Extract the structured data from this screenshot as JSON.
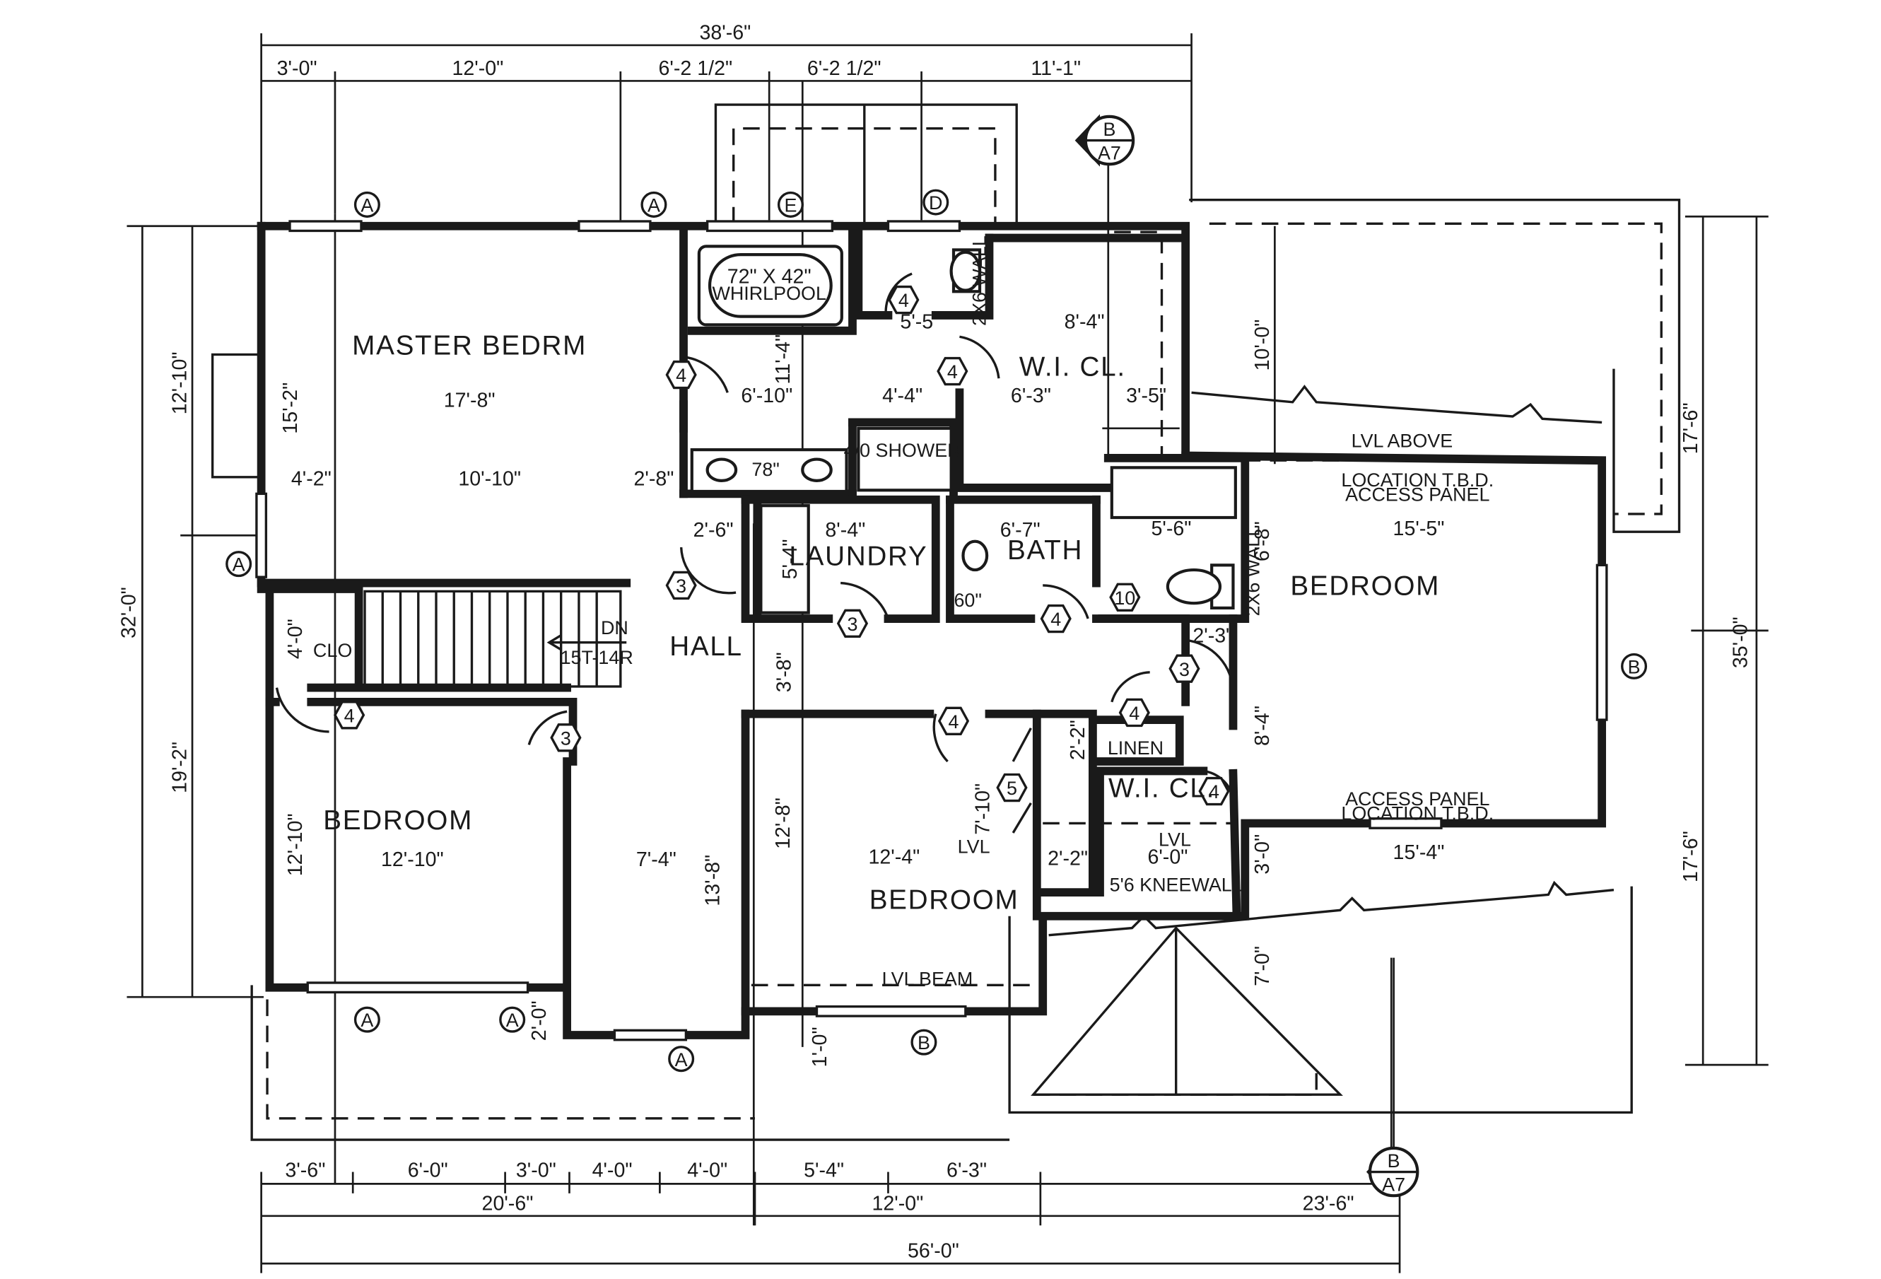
{
  "rooms": {
    "master": "MASTER BEDRM",
    "whirlpool_size": "72\" X 42\"",
    "whirlpool": "WHIRLPOOL",
    "shower": "4/0 SHOWER",
    "wic_top": "W.I. CL.",
    "laundry": "LAUNDRY",
    "bath": "BATH",
    "hall": "HALL",
    "clo": "CLO",
    "bedroom_left": "BEDROOM",
    "bedroom_center": "BEDROOM",
    "bedroom_right": "BEDROOM",
    "linen": "LINEN",
    "wic_small": "W.I. CL."
  },
  "notes": {
    "lvl_above": "LVL ABOVE",
    "access_top_1": "LOCATION T.B.D.",
    "access_top_2": "ACCESS PANEL",
    "access_bot_1": "ACCESS PANEL",
    "access_bot_2": "LOCATION T.B.D.",
    "lvl_beam": "LVL BEAM",
    "kneewall": "5'6 KNEEWALL",
    "lvl_left": "LVL",
    "lvl_right": "LVL",
    "dn": "DN",
    "stairs": "15T-14R",
    "wall_2x6_a": "2X6 WALL",
    "wall_2x6_b": "2X6 WALL",
    "vanity_78": "78\"",
    "vanity_60": "60\""
  },
  "section_markers": [
    {
      "top": "B",
      "bottom": "A7"
    },
    {
      "top": "B",
      "bottom": "A7"
    }
  ],
  "window_tags": [
    "A",
    "A",
    "E",
    "D",
    "A",
    "A",
    "A",
    "A",
    "B",
    "B"
  ],
  "door_tags": [
    "4",
    "4",
    "4",
    "4",
    "3",
    "3",
    "3",
    "4",
    "10",
    "3",
    "4",
    "4",
    "4",
    "5",
    "4"
  ],
  "dimensions": {
    "top_overall": "38'-6\"",
    "top_3_0": "3'-0\"",
    "top_12_0": "12'-0\"",
    "top_6_2a": "6'-2 1/2\"",
    "top_6_2b": "6'-2 1/2\"",
    "top_11_1": "11'-1\"",
    "left_32_0": "32'-0\"",
    "left_12_10": "12'-10\"",
    "left_19_2": "19'-2\"",
    "right_35_0": "35'-0\"",
    "right_17_6a": "17'-6\"",
    "right_17_6b": "17'-6\"",
    "right_10_0": "10'-0\"",
    "master_w": "17'-8\"",
    "master_h": "15'-2\"",
    "m_4_2": "4'-2\"",
    "m_10_10": "10'-10\"",
    "m_2_8": "2'-8\"",
    "bath_6_10": "6'-10\"",
    "bath_11_4": "11'-4\"",
    "bath_4_4": "4'-4\"",
    "wc_5_5": "5'-5\"",
    "wic_8_4": "8'-4\"",
    "wic_6_3": "6'-3\"",
    "wic_3_5": "3'-5\"",
    "hall_2_6": "2'-6\"",
    "laundry_8_4": "8'-4\"",
    "laundry_5_4": "5'-4\"",
    "bath_6_7": "6'-7\"",
    "tub_5_6": "5'-6\"",
    "br_r_6_8": "6'-8\"",
    "br_r_15_5": "15'-5\"",
    "br_r_2_3": "2'-3\"",
    "br_r_8_4": "8'-4\"",
    "br_r_15_4": "15'-4\"",
    "br_r_3_0": "3'-0\"",
    "br_r_7_0": "7'-0\"",
    "clo_4_0": "4'-0\"",
    "hall_3_8": "3'-8\"",
    "br_l_12_10w": "12'-10\"",
    "br_l_12_10h": "12'-10\"",
    "br_l_7_4": "7'-4\"",
    "br_l_13_8": "13'-8\"",
    "br_c_12_8": "12'-8\"",
    "br_c_12_4": "12'-4\"",
    "br_c_7_10": "7'-10\"",
    "br_c_2_2a": "2'-2\"",
    "br_c_2_2b": "2'-2\"",
    "wic_6_0": "6'-0\"",
    "bot_2_0": "2'-0\"",
    "bot_1_0": "1'-0\"",
    "bot_3_6": "3'-6\"",
    "bot_6_0": "6'-0\"",
    "bot_3_0": "3'-0\"",
    "bot_4_0a": "4'-0\"",
    "bot_4_0b": "4'-0\"",
    "bot_5_4": "5'-4\"",
    "bot_6_3": "6'-3\"",
    "bot_20_6": "20'-6\"",
    "bot_12_0": "12'-0\"",
    "bot_23_6": "23'-6\"",
    "bot_56_0": "56'-0\""
  }
}
